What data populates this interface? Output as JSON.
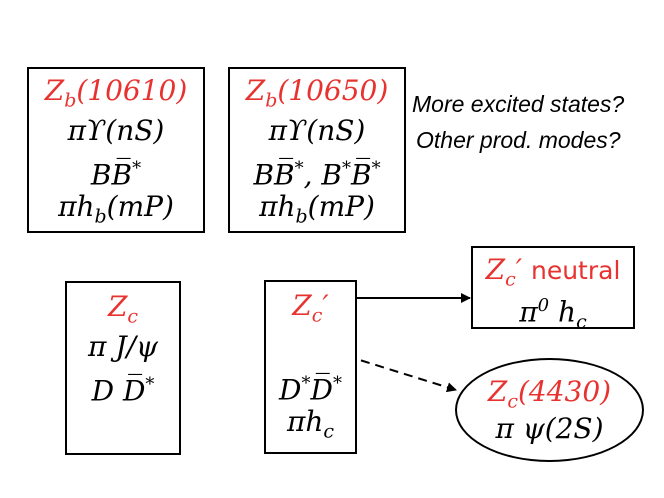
{
  "colors": {
    "highlight": "#e8322f",
    "ink": "#000000",
    "background": "#ffffff"
  },
  "zb10610": {
    "title": "Z_b(10610)",
    "lines": [
      "πϒ(nS)",
      "BB̅*",
      "πh_b(mP)"
    ]
  },
  "zb10650": {
    "title": "Z_b(10650)",
    "lines": [
      "πϒ(nS)",
      "BB̅*, B*B̅*",
      "πh_b(mP)"
    ]
  },
  "questions": {
    "line1": "More excited states?",
    "line2": "Other prod. modes?"
  },
  "zc": {
    "title": "Z_c",
    "lines": [
      "π J/ψ",
      "D D̅*"
    ]
  },
  "zc_prime": {
    "title": "Z_c′",
    "lines": [
      "D*D̅*",
      "πh_c"
    ]
  },
  "zc_prime_neutral": {
    "title": "Z_c′",
    "title_suffix": "neutral",
    "line": "π⁰ h_c"
  },
  "zc4430": {
    "title": "Z_c(4430)",
    "line": "π ψ(2S)"
  }
}
